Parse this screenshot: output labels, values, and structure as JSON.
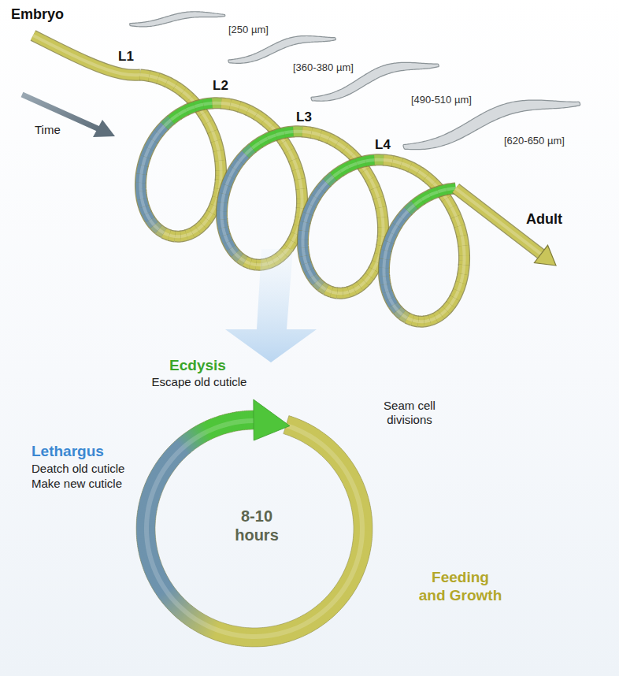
{
  "diagram": {
    "labels": [
      "Embryo",
      "L1",
      "[250 µm]",
      "L2",
      "[360-380 µm]",
      "L3",
      "[490-510 µm]",
      "L4",
      "[620-650 µm]",
      "Time",
      "Adult",
      "Ecdysis",
      "Escape old cuticle",
      "Seam cell divisions",
      "Lethargus",
      "Deatch old cuticle",
      "Make new cuticle",
      "8-10 hours",
      "Feeding and Growth"
    ]
  }
}
